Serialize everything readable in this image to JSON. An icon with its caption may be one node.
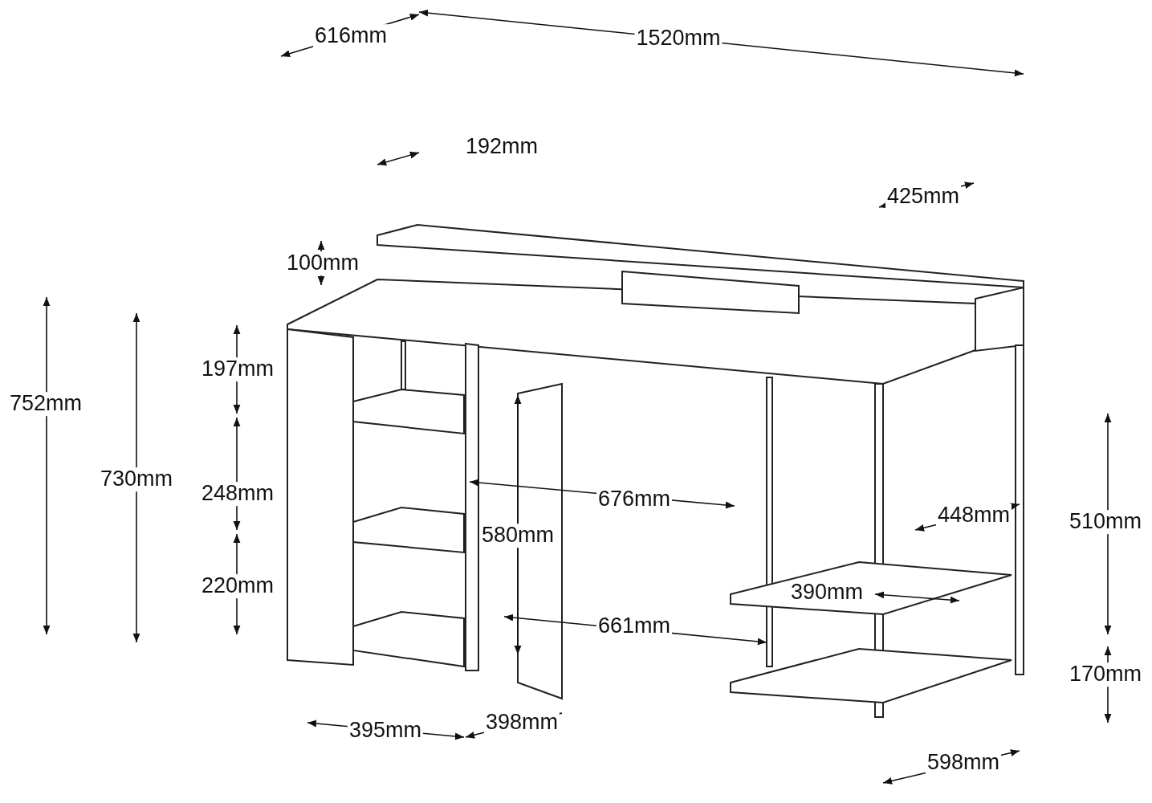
{
  "diagram": {
    "labels": [
      "616mm",
      "1520mm",
      "192mm",
      "425mm",
      "100mm",
      "197mm",
      "752mm",
      "730mm",
      "248mm",
      "676mm",
      "448mm",
      "510mm",
      "580mm",
      "390mm",
      "220mm",
      "661mm",
      "170mm",
      "395mm",
      "398mm",
      "598mm"
    ]
  }
}
